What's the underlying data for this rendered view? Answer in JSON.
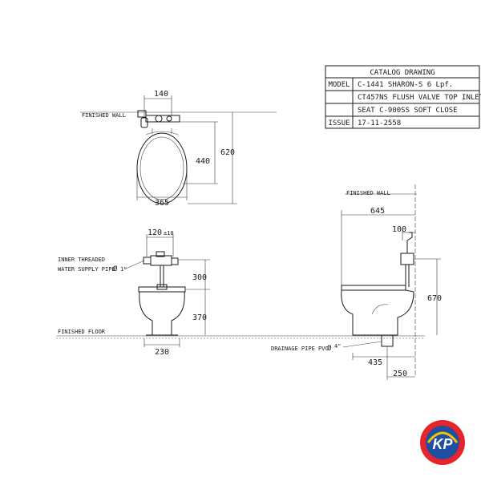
{
  "title_block": {
    "heading": "CATALOG DRAWING",
    "rows": [
      {
        "label": "MODEL",
        "value": "C-1441 SHARON-S 6 Lpf."
      },
      {
        "label": "",
        "value": "CT457NS FLUSH VALVE TOP INLET"
      },
      {
        "label": "",
        "value": "SEAT C-900SS SOFT CLOSE"
      },
      {
        "label": "ISSUE",
        "value": "17-11-2558"
      }
    ]
  },
  "top_view": {
    "finished_wall": "FINISHED WALL",
    "dim_140": "140",
    "dim_620": "620",
    "dim_440": "440",
    "dim_365": "365"
  },
  "front_view": {
    "dim_120": "120",
    "dim_120_tol": "±10",
    "supply_line1": "INNER THREADED",
    "supply_line2": "WATER SUPPLY PIPE",
    "supply_dia": "Ø",
    "supply_size": "1\"",
    "dim_300": "300",
    "dim_370": "370",
    "finished_floor": "FINISHED FLOOR",
    "dim_230": "230"
  },
  "side_view": {
    "finished_wall": "FINISHED WALL",
    "dim_645": "645",
    "dim_100": "100",
    "dim_670": "670",
    "drainage_label": "DRAINAGE PIPE PVC",
    "drainage_dia": "Ø",
    "drainage_size": "4\"",
    "dim_435": "435",
    "dim_250": "250"
  },
  "logo": {
    "text": "KP",
    "colors": {
      "outer": "#e8242a",
      "inner": "#1e4fa3",
      "accent": "#f5c400"
    }
  }
}
